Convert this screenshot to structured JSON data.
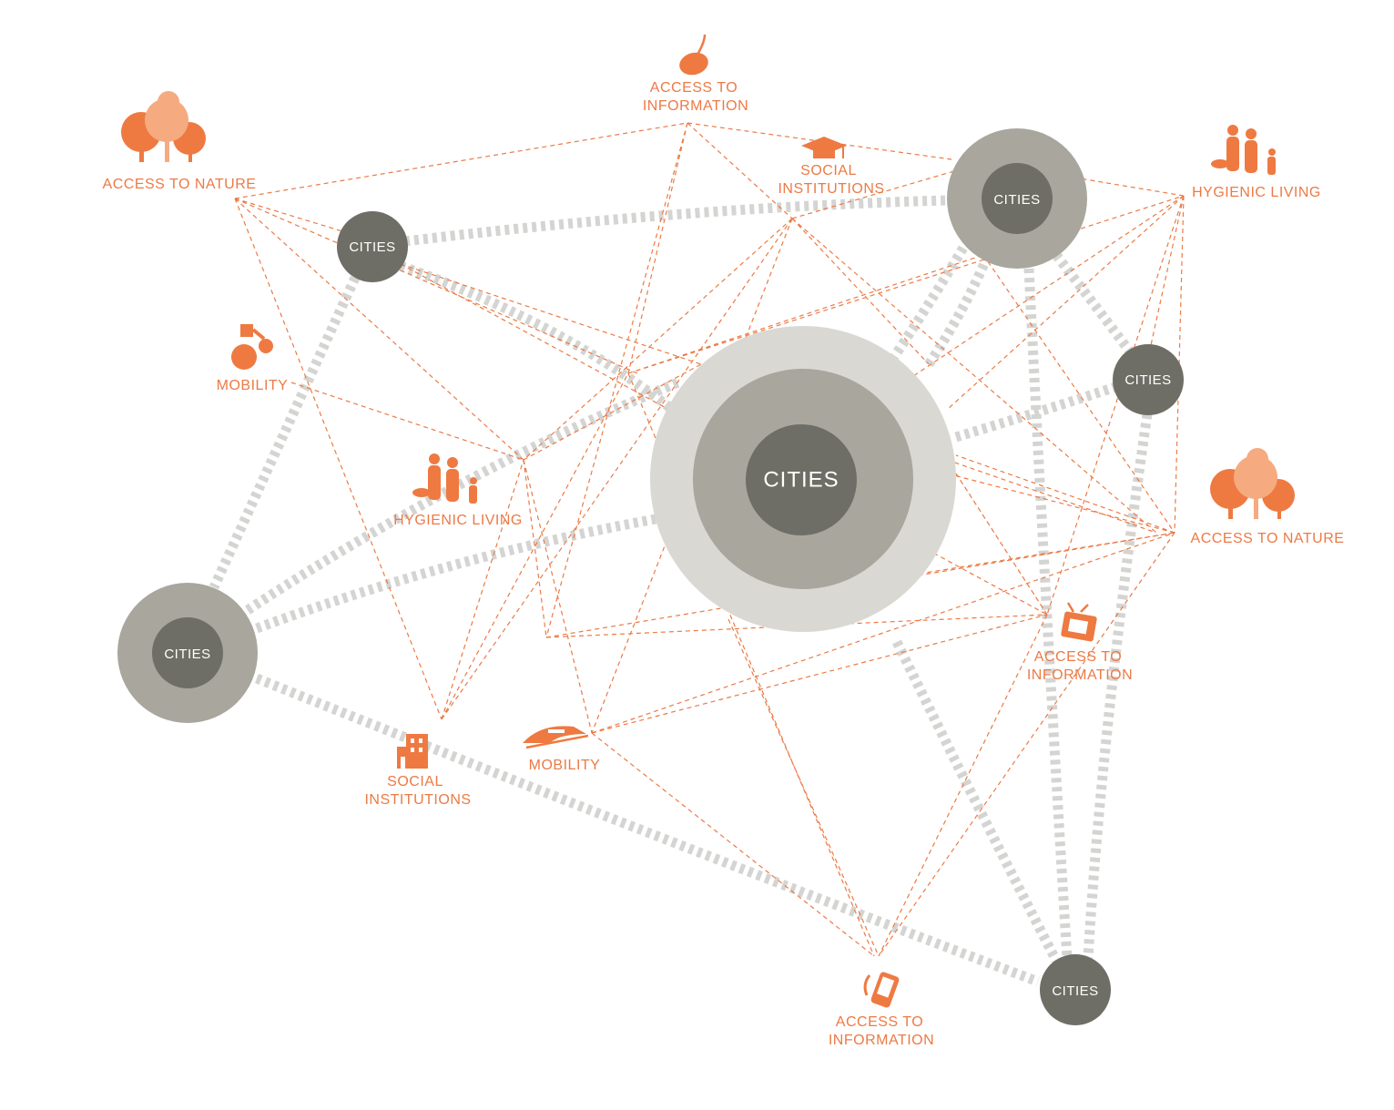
{
  "cities": [
    {
      "id": "center",
      "label": "CITIES"
    },
    {
      "id": "top-right",
      "label": "CITIES"
    },
    {
      "id": "top-left",
      "label": "CITIES"
    },
    {
      "id": "right",
      "label": "CITIES"
    },
    {
      "id": "left",
      "label": "CITIES"
    },
    {
      "id": "bottom-right",
      "label": "CITIES"
    }
  ],
  "themes": [
    {
      "id": "nature-tl",
      "lines": [
        "ACCESS TO NATURE"
      ],
      "icon": "trees-icon"
    },
    {
      "id": "info-top",
      "lines": [
        "ACCESS TO",
        "INFORMATION"
      ],
      "icon": "computer-mouse-icon"
    },
    {
      "id": "social-top",
      "lines": [
        "SOCIAL",
        "INSTITUTIONS"
      ],
      "icon": "graduation-cap-icon"
    },
    {
      "id": "hygienic-tr",
      "lines": [
        "HYGIENIC LIVING"
      ],
      "icon": "family-icon"
    },
    {
      "id": "mobility-left",
      "lines": [
        "MOBILITY"
      ],
      "icon": "scooter-icon"
    },
    {
      "id": "hygienic-mid",
      "lines": [
        "HYGIENIC LIVING"
      ],
      "icon": "family-icon"
    },
    {
      "id": "nature-right",
      "lines": [
        "ACCESS TO NATURE"
      ],
      "icon": "trees-icon"
    },
    {
      "id": "info-tv",
      "lines": [
        "ACCESS TO",
        "INFORMATION"
      ],
      "icon": "television-icon"
    },
    {
      "id": "social-bottom",
      "lines": [
        "SOCIAL",
        "INSTITUTIONS"
      ],
      "icon": "building-icon"
    },
    {
      "id": "mobility-bottom",
      "lines": [
        "MOBILITY"
      ],
      "icon": "train-icon"
    },
    {
      "id": "info-phone",
      "lines": [
        "ACCESS TO",
        "INFORMATION"
      ],
      "icon": "phone-icon"
    }
  ],
  "colors": {
    "accent": "#ec7a45",
    "city_dark": "#6e6e66",
    "city_mid": "#a8a69d",
    "city_light": "#d9d8d3",
    "link": "#d4d4d2"
  }
}
